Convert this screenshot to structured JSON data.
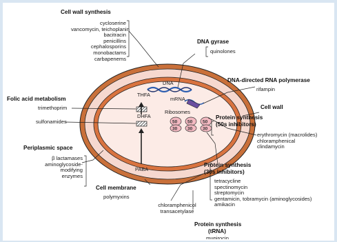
{
  "colors": {
    "background": "#d9e6f2",
    "outer_ring": "#c9703a",
    "membrane": "#f3ccc0",
    "inner_ring": "#d9733f",
    "cytoplasm": "#fcebe6",
    "ribosome": "#f2b8c0",
    "dna": "#2f5fb0"
  },
  "groups": {
    "cell_wall": {
      "title": "Cell wall synthesis",
      "drugs": [
        "cycloserine",
        "vancomycin, teichoplanin",
        "bacitracin",
        "penicillins",
        "cephalosporins",
        "monobactams",
        "carbapenems"
      ]
    },
    "dna_gyrase": {
      "title": "DNA gyrase",
      "drugs": [
        "quinolones"
      ]
    },
    "rna_pol": {
      "title": "DNA-directed RNA polymerase",
      "drugs": [
        "rifampin"
      ]
    },
    "cell_wall_label": {
      "title": "Cell wall"
    },
    "folic": {
      "title": "Folic acid metabolism",
      "drugs": [
        "trimethoprim",
        "sulfonamides"
      ]
    },
    "periplasmic": {
      "title": "Periplasmic space",
      "drugs": [
        "β lactamases",
        "aminoglycoside-",
        "modifying",
        "enzymes"
      ]
    },
    "ps50": {
      "title": "Protein synthesis",
      "subtitle": "(50s inhibitors)",
      "drugs": [
        "erythromycin (macrolides)",
        "chloramphenical",
        "clindamycin"
      ]
    },
    "ps30": {
      "title": "Protein synthesis",
      "subtitle": "(30s inhibitors)",
      "drugs": [
        "tetracycline",
        "spectinomycin",
        "streptomycin",
        "gentamicin, tobramycin (aminoglycosides)",
        "amikacin"
      ]
    },
    "membrane": {
      "title": "Cell membrane",
      "drugs": [
        "polymyxins"
      ]
    },
    "cat": {
      "drugs": [
        "chloramphenicol",
        "transacetylase"
      ]
    },
    "trna": {
      "title": "Protein synthesis",
      "subtitle": "(tRNA)",
      "drugs": [
        "mupirocin"
      ]
    }
  },
  "cell": {
    "thfa": "THFA",
    "dhfa": "DHFA",
    "paba": "PABA",
    "dna": "DNA",
    "mrna": "mRNA",
    "ribosomes": "Ribosomes",
    "ribosome_units": {
      "top": "50",
      "bottom": "30"
    }
  }
}
